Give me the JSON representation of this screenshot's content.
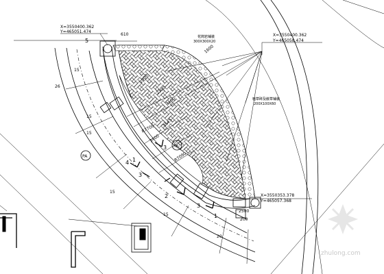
{
  "coords": {
    "top_left": {
      "x": "X=3550400.362",
      "y": "Y=465051.474"
    },
    "top_right": {
      "x": "X=3550400.362",
      "y": "Y=465058.474"
    },
    "bottom_right": {
      "x": "X=3550353.378",
      "y": "Y=465057.368"
    }
  },
  "notes": {
    "paving_top": "花岗岩铺装",
    "paving_top_size": "300X300X20",
    "paving_right": "植草砖及嵌草铺装",
    "paving_right_size": "200X100X60"
  },
  "dimensions": {
    "d610": "610",
    "d1600": "1600",
    "d2300": "2300",
    "d3740": "R7700",
    "d3545": "3545",
    "d_r2090": "R7090",
    "d2900": "2900",
    "d3400": "3400",
    "d3100": "3100",
    "d200": "200",
    "s15_a": "15",
    "s15_b": "15",
    "s15_c": "15",
    "s15_d": "15",
    "s15_e": "15",
    "s26": "26",
    "s20": "20",
    "s2500": "2500"
  },
  "markers": {
    "pa_left": "PA",
    "pa_center": "PA",
    "n1": "1",
    "n2": "2",
    "n3": "3",
    "n3b": "3",
    "n4": "4",
    "n5": "5",
    "n1b": "1",
    "n3c": "3"
  },
  "watermark": "zhulong.com"
}
